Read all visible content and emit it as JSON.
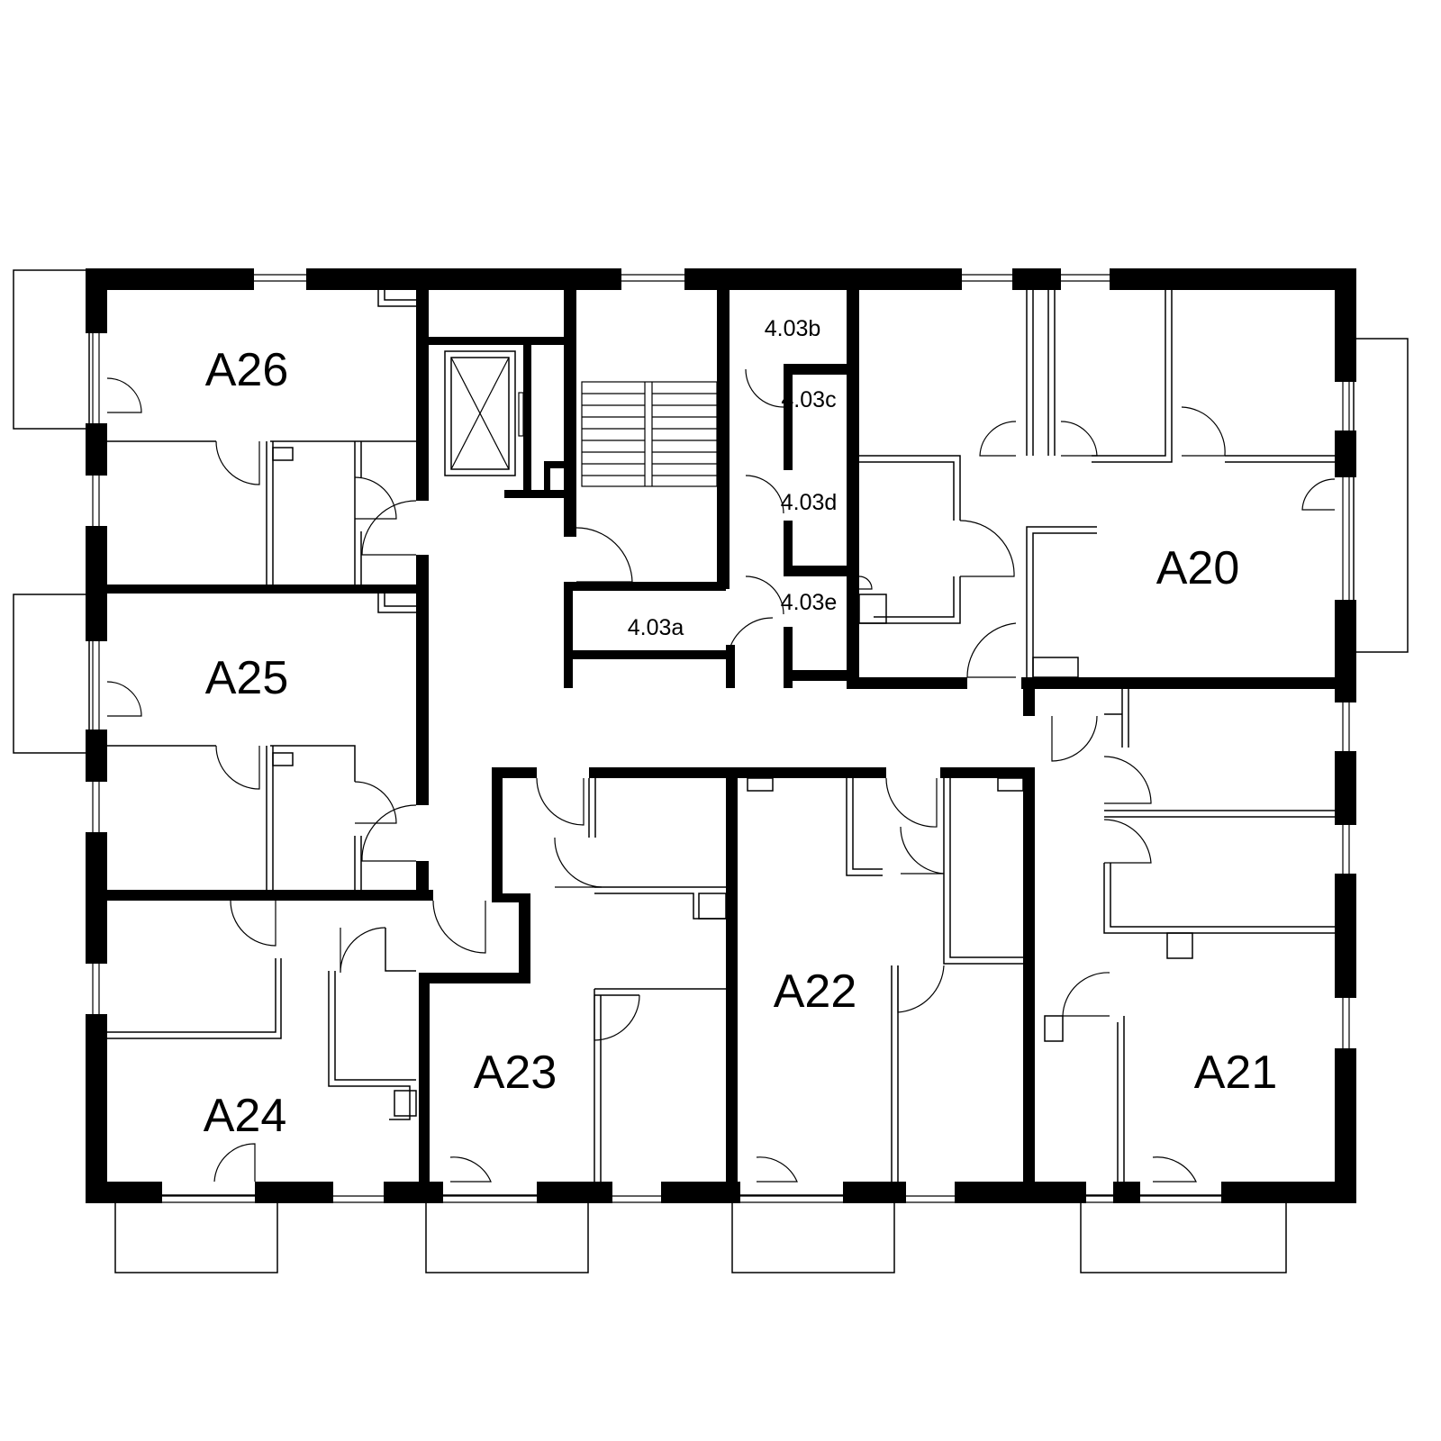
{
  "units": [
    {
      "id": "a26",
      "label": "A26"
    },
    {
      "id": "a25",
      "label": "A25"
    },
    {
      "id": "a24",
      "label": "A24"
    },
    {
      "id": "a23",
      "label": "A23"
    },
    {
      "id": "a22",
      "label": "A22"
    },
    {
      "id": "a21",
      "label": "A21"
    },
    {
      "id": "a20",
      "label": "A20"
    }
  ],
  "storage": [
    {
      "id": "4-03a",
      "label": "4.03a"
    },
    {
      "id": "4-03b",
      "label": "4.03b"
    },
    {
      "id": "4-03c",
      "label": "4.03c"
    },
    {
      "id": "4-03d",
      "label": "4.03d"
    },
    {
      "id": "4-03e",
      "label": "4.03e"
    }
  ]
}
